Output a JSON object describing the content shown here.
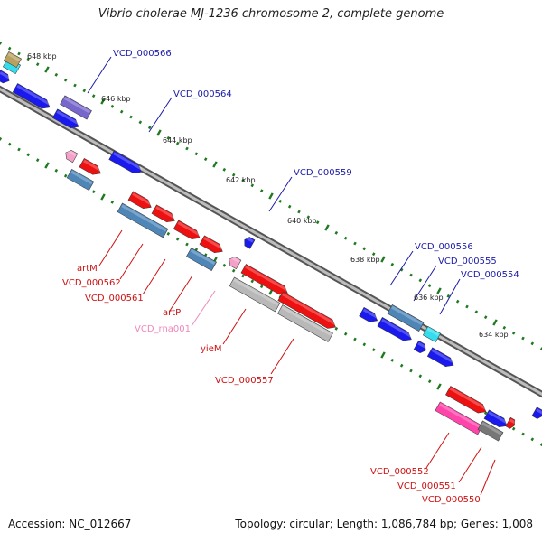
{
  "title": "Vibrio cholerae MJ-1236 chromosome 2, complete genome",
  "footer": {
    "accession": "Accession: NC_012667",
    "summary": "Topology: circular; Length: 1,086,784 bp; Genes: 1,008"
  },
  "colors": {
    "background": "#ffffff",
    "backbone": "#777777",
    "tick_dots": "#1f7a1f",
    "cds_forward": "#1a1aee",
    "cds_reverse": "#ee1111",
    "steelblue": "#4f86b8",
    "gray": "#b8b8b8",
    "rna": "#f4a0c8",
    "label_top": "#1a1aa6",
    "label_bottom": "#cc1111",
    "label_rna": "#ee88bb"
  },
  "ticks": [
    "648 kbp",
    "646 kbp",
    "644 kbp",
    "642 kbp",
    "640 kbp",
    "638 kbp",
    "636 kbp",
    "634 kbp"
  ],
  "labels_top": [
    "VCD_000566",
    "VCD_000564",
    "VCD_000559",
    "VCD_000556",
    "VCD_000555",
    "VCD_000554"
  ],
  "labels_bottom": [
    "artM",
    "VCD_000562",
    "VCD_000561",
    "artP",
    "VCD_rna001",
    "yieM",
    "VCD_000557",
    "VCD_000552",
    "VCD_000551",
    "VCD_000550"
  ]
}
